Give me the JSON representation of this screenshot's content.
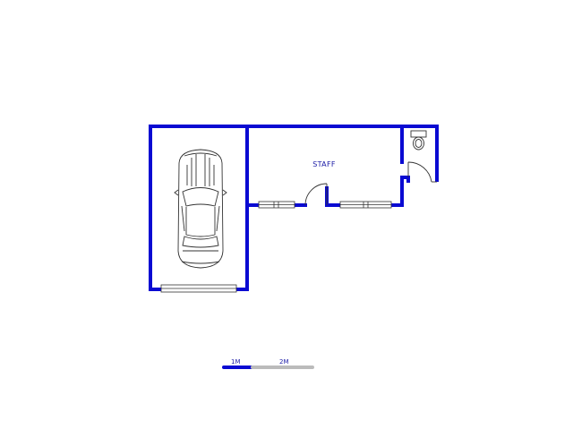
{
  "plan": {
    "rooms": [
      {
        "label": "STAFF"
      }
    ],
    "scale_bar": {
      "labels": [
        "1M",
        "2M"
      ]
    },
    "colors": {
      "wall": "#0a0ad2",
      "line": "#333333",
      "scale_first": "#0a0ad2",
      "scale_second": "#bbbbbb",
      "label": "#1a1aa6"
    },
    "icons": [
      "car-icon",
      "toilet-icon",
      "door-swing-icon",
      "window-icon"
    ]
  }
}
